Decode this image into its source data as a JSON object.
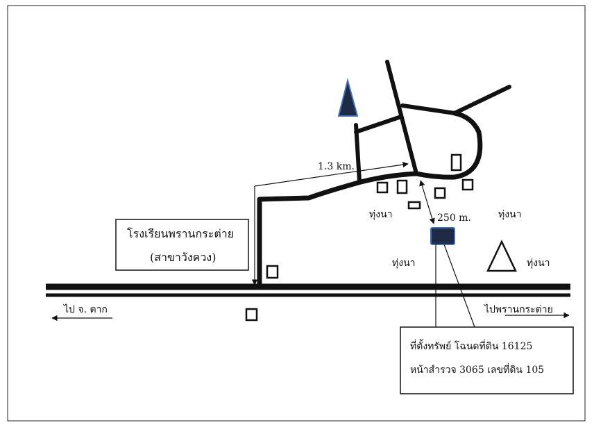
{
  "map": {
    "colors": {
      "ink": "#111111",
      "marker_fill": "#1f2a44",
      "marker_outline": "#3f6db6"
    },
    "icons": {
      "north_arrow": "north-arrow-triangle",
      "landmark": "outline-triangle",
      "building": "outline-square",
      "property": "filled-square"
    },
    "labels": {
      "school_line1": "โรงเรียนพรานกระต่าย",
      "school_line2": "(สาขาวังควง)",
      "distance_road": "1.3 km.",
      "distance_property": "250 m.",
      "field_1": "ทุ่งนา",
      "field_2": "ทุ่งนา",
      "field_3": "ทุ่งนา",
      "field_4": "ทุ่งนา",
      "to_tak": "ไป จ. ตาก",
      "to_phran_kratai": "ไปพรานกระต่าย",
      "property_line1": "ที่ตั้งทรัพย์  โฉนดที่ดิน  16125",
      "property_line2": "หน้าสำรวจ  3065  เลขที่ดิน  105"
    }
  }
}
